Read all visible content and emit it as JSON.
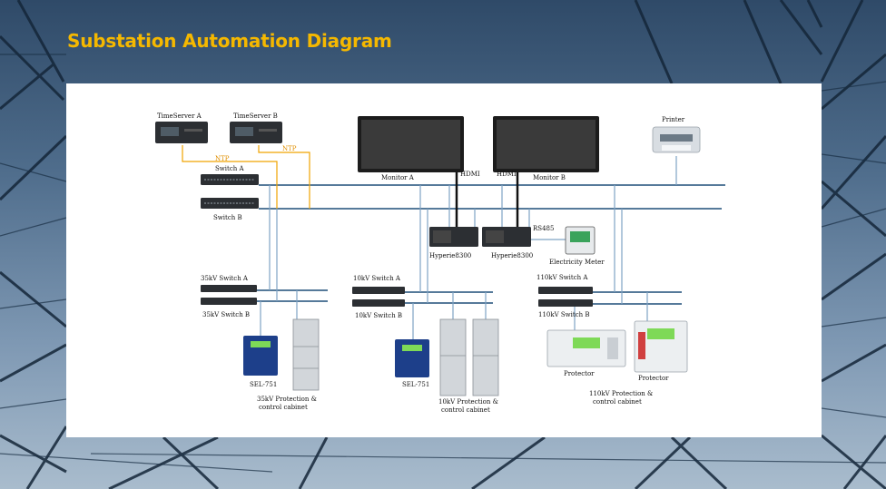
{
  "page": {
    "title": "Substation Automation Diagram"
  },
  "diagram": {
    "labels": {
      "time_server_a": "TimeServer A",
      "time_server_b": "TimeServer B",
      "ntp_a": "NTP",
      "ntp_b": "NTP",
      "switch_a": "Switch A",
      "switch_b": "Switch B",
      "monitor_a": "Monitor A",
      "monitor_b": "Monitor B",
      "hdmi_a": "HDMI",
      "hdmi_b": "HDMI",
      "printer": "Printer",
      "rs485": "RS485",
      "hyperie_a": "Hyperie8300",
      "hyperie_b": "Hyperie8300",
      "electricity_meter": "Electricity Meter",
      "sw35_a": "35kV Switch A",
      "sw35_b": "35kV Switch B",
      "sw10_a": "10kV Switch A",
      "sw10_b": "10kV Switch B",
      "sw110_a": "110kV Switch A",
      "sw110_b": "110kV Switch B",
      "sel_a": "SEL-751",
      "sel_b": "SEL-751",
      "protector_a": "Protector",
      "protector_b": "Protector",
      "cab35_l1": "35kV Protection &",
      "cab35_l2": "control cabinet",
      "cab10_l1": "10kV Protection &",
      "cab10_l2": "control cabinet",
      "cab110_l1": "110kV Protection &",
      "cab110_l2": "control cabinet"
    },
    "colors": {
      "network_line": "#1f4e79",
      "link_line": "#7fa3c4",
      "ntp_line": "#f0a400",
      "device_dark": "#2c2f33",
      "sel_blue": "#1d3f8a",
      "lcd_green": "#7ed957"
    }
  }
}
